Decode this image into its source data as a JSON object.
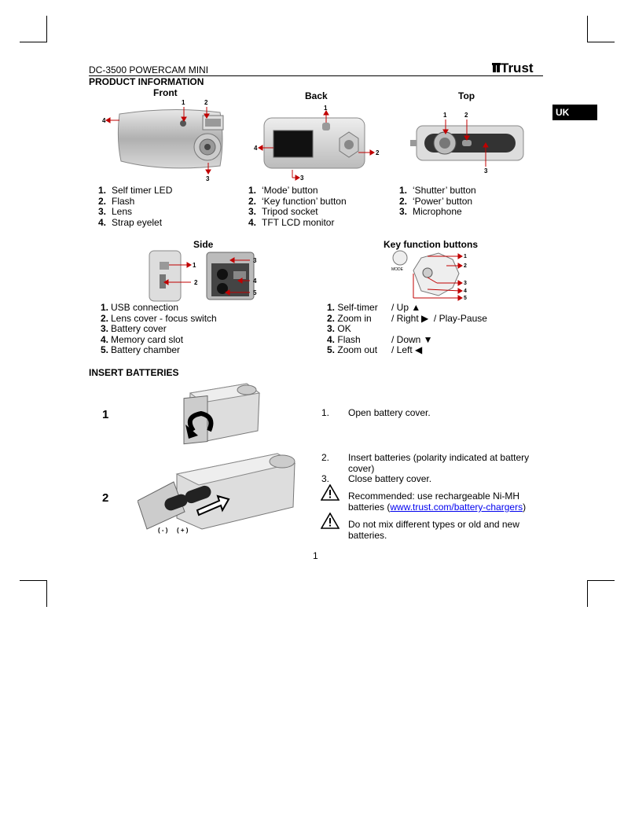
{
  "header": {
    "product": "DC-3500 POWERCAM MINI",
    "brand": "Trust",
    "section": "PRODUCT INFORMATION",
    "language_tab": "UK"
  },
  "front": {
    "title": "Front",
    "callouts": [
      "1",
      "2",
      "3",
      "4"
    ],
    "items": [
      {
        "n": "1.",
        "label": "Self timer LED"
      },
      {
        "n": "2.",
        "label": "Flash"
      },
      {
        "n": "3.",
        "label": "Lens"
      },
      {
        "n": "4.",
        "label": "Strap eyelet"
      }
    ]
  },
  "back": {
    "title": "Back",
    "callouts": [
      "1",
      "2",
      "3",
      "4"
    ],
    "items": [
      {
        "n": "1.",
        "label": "‘Mode’ button"
      },
      {
        "n": "2.",
        "label": "‘Key function’ button"
      },
      {
        "n": "3.",
        "label": "Tripod socket"
      },
      {
        "n": "4.",
        "label": "TFT LCD monitor"
      }
    ]
  },
  "top": {
    "title": "Top",
    "callouts": [
      "1",
      "2",
      "3"
    ],
    "items": [
      {
        "n": "1.",
        "label": "‘Shutter’ button"
      },
      {
        "n": "2.",
        "label": "‘Power’ button"
      },
      {
        "n": "3.",
        "label": "Microphone"
      }
    ]
  },
  "side": {
    "title": "Side",
    "callouts": [
      "1",
      "2",
      "3",
      "4",
      "5"
    ],
    "items": [
      {
        "n": "1.",
        "label": "USB connection"
      },
      {
        "n": "2.",
        "label": "Lens cover - focus switch"
      },
      {
        "n": "3.",
        "label": "Battery cover"
      },
      {
        "n": "4.",
        "label": "Memory card slot"
      },
      {
        "n": "5.",
        "label": "Battery chamber"
      }
    ]
  },
  "key_functions": {
    "title": "Key function buttons",
    "mode_label": "MODE",
    "callouts": [
      "1",
      "2",
      "3",
      "4",
      "5"
    ],
    "items": [
      {
        "n": "1.",
        "label": "Self-timer",
        "action": "/ Up ▲"
      },
      {
        "n": "2.",
        "label": "Zoom in",
        "action": "/ Right ▶  / Play-Pause"
      },
      {
        "n": "3.",
        "label": "OK",
        "action": ""
      },
      {
        "n": "4.",
        "label": "Flash",
        "action": "/ Down ▼"
      },
      {
        "n": "5.",
        "label": "Zoom out",
        "action": "/ Left ◀"
      }
    ]
  },
  "insert_batteries": {
    "title": "INSERT BATTERIES",
    "step1_label": "1",
    "step2_label": "2",
    "polarity_neg": "( - )",
    "polarity_pos": "( + )",
    "steps": [
      {
        "n": "1.",
        "text": "Open battery cover."
      },
      {
        "n": "2.",
        "text_line1": "Insert batteries (polarity indicated at battery",
        "text_line2": "cover)"
      },
      {
        "n": "3.",
        "text": "Close battery cover."
      }
    ],
    "warning1_line1": "Recommended: use rechargeable Ni-MH",
    "warning1_pre": "batteries (",
    "warning1_link": "www.trust.com/battery-chargers",
    "warning1_post": ")",
    "warning2_line1": "Do not mix different types or old and new",
    "warning2_line2": "batteries."
  },
  "page_number": "1",
  "colors": {
    "callout_red": "#c00000",
    "link_blue": "#0000ee",
    "tab_bg": "#000000"
  }
}
